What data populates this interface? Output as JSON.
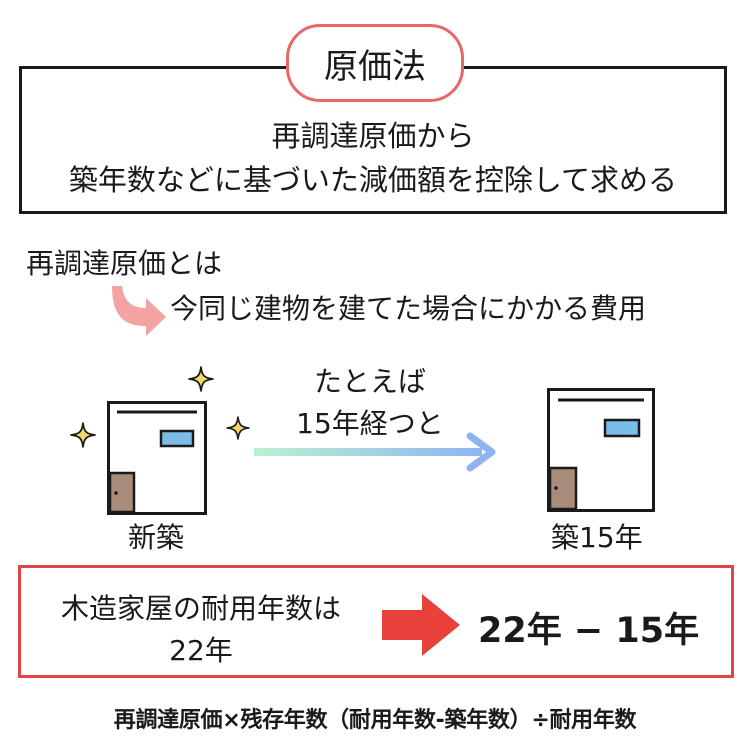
{
  "definition": {
    "title": "原価法",
    "line1": "再調達原価から",
    "line2": "築年数などに基づいた減価額を控除して求める"
  },
  "term": {
    "label": "再調達原価とは",
    "explanation": "今同じ建物を建てた場合にかかる費用"
  },
  "example": {
    "line1": "たとえば",
    "line2": "15年経つと",
    "before_label": "新築",
    "after_label": "築15年"
  },
  "lifespan": {
    "line1": "木造家屋の耐用年数は",
    "line2": "22年",
    "calculation": "22年 − 15年"
  },
  "formula": "再調達原価×残存年数（耐用年数-築年数）÷耐用年数",
  "colors": {
    "border": "#1a1a1a",
    "pill_border": "#e8686a",
    "bottom_border": "#e04545",
    "red_arrow": "#e8403a",
    "pink_arrow": "#f4a3a3",
    "door": "#a88b78",
    "window": "#7cbde8",
    "sparkle": "#f5d76e",
    "gradient_start": "#b9f2d0",
    "gradient_end": "#8fb4f2"
  },
  "icons": [
    "sparkle-icon",
    "house-icon",
    "curved-arrow-icon",
    "gradient-arrow-icon",
    "red-arrow-icon"
  ]
}
